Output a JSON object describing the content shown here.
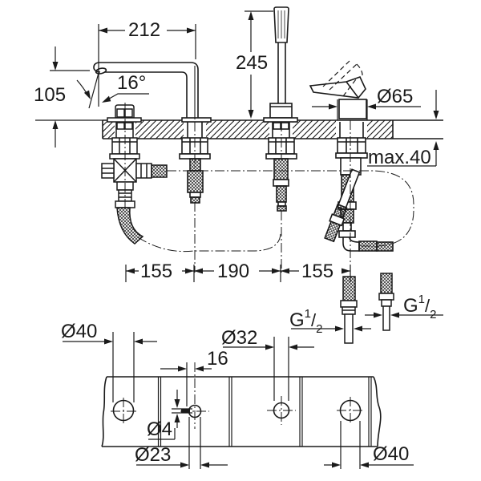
{
  "drawing": {
    "elevation": {
      "dim_spout_reach": "212",
      "dim_handshower_height": "245",
      "dim_spout_height": "105",
      "dim_spout_angle": "16°",
      "dim_lever_diameter": "Ø65",
      "dim_deck_thickness_max": "max.40",
      "dim_spacing_left": "155",
      "dim_spacing_center": "190",
      "dim_spacing_right": "155"
    },
    "connections": {
      "thread_left": {
        "base": "G",
        "sup": "1",
        "slash": "/",
        "sub": "2"
      },
      "thread_right": {
        "base": "G",
        "sup": "1",
        "slash": "/",
        "sub": "2"
      }
    },
    "plan": {
      "dim_hole1_diameter": "Ø40",
      "dim_hole2_diameter": "Ø23",
      "dim_pin_hole_diameter": "Ø4",
      "dim_pin_offset": "16",
      "dim_hole3_diameter": "Ø32",
      "dim_hole4_diameter": "Ø40"
    },
    "colors": {
      "line_color": "#1a1a1a",
      "background": "#ffffff"
    }
  }
}
